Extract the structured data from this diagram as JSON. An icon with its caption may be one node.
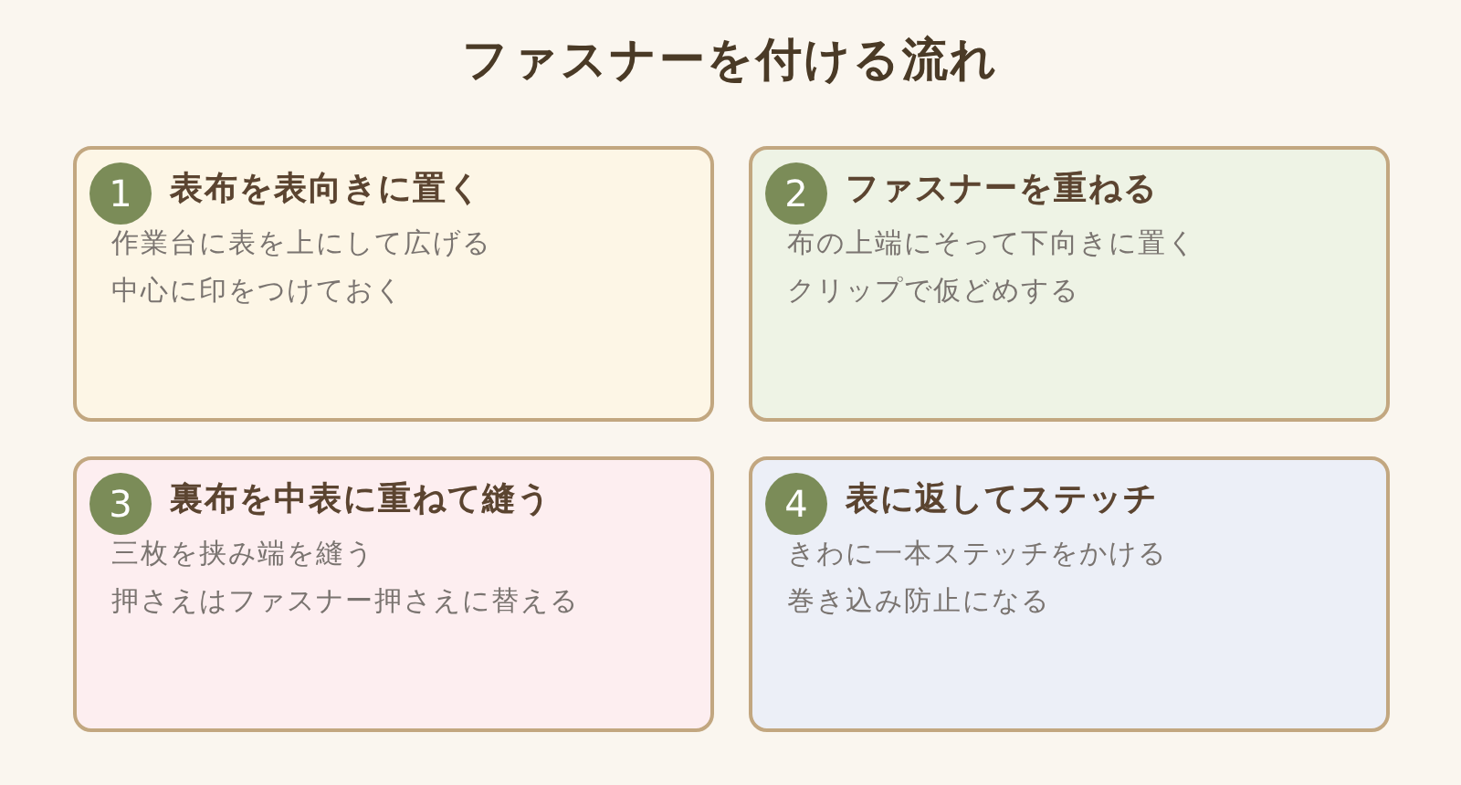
{
  "diagram": {
    "title": "ファスナーを付ける流れ",
    "nodes": [
      {
        "text": [
          "表布を表向きに置く",
          "作業台に表を上にして広げる",
          "中心に印をつけておく"
        ]
      },
      {
        "text": [
          "1"
        ],
        "in": 0
      },
      {
        "text": [
          "ファスナーを重ねる",
          "布の上端にそって下向きに置く",
          "クリップで仮どめする"
        ]
      },
      {
        "text": [
          "2"
        ],
        "in": 2
      },
      {
        "text": [
          "裏布を中表に重ねて縫う",
          "三枚を挟み端を縫う",
          "押さえはファスナー押さえに替える"
        ]
      },
      {
        "text": [
          "3"
        ],
        "in": 4
      },
      {
        "text": [
          "表に返してステッチ",
          "きわに一本ステッチをかける",
          "巻き込み防止になる"
        ]
      },
      {
        "text": [
          "4"
        ],
        "in": 6
      }
    ]
  }
}
